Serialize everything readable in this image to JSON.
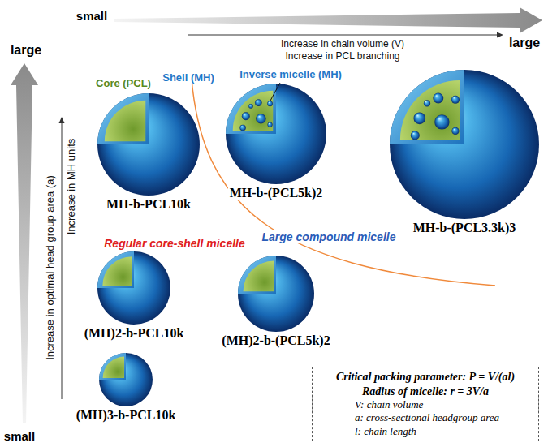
{
  "diagram": {
    "nodes": [
      {
        "text": [
          "MH-b-PCL10k"
        ]
      },
      {
        "text": [
          "MH-b-(PCL5k)2"
        ]
      },
      {
        "text": [
          "MH-b-(PCL3.3k)3"
        ]
      },
      {
        "text": [
          "(MH)2-b-PCL10k"
        ]
      },
      {
        "text": [
          "(MH)2-b-(PCL5k)2"
        ]
      },
      {
        "text": [
          "(MH)3-b-PCL10k"
        ]
      },
      {
        "text": [
          "Critical packing parameter: P = V/(al)",
          "Radius of micelle: r = 3V/a",
          "V: chain volume",
          "a: cross-sectional headgroup area",
          "l: chain length"
        ]
      }
    ],
    "labels": [
      "small",
      "large",
      "Increase in chain volume (V)",
      "Increase in PCL branching",
      "large",
      "Increase in optimal head group area (a)",
      "Increase in MH units",
      "Core (PCL)",
      "Shell (MH)",
      "Inverse micelle (MH)",
      "Regular core-shell micelle",
      "Large compound micelle",
      "small"
    ]
  }
}
